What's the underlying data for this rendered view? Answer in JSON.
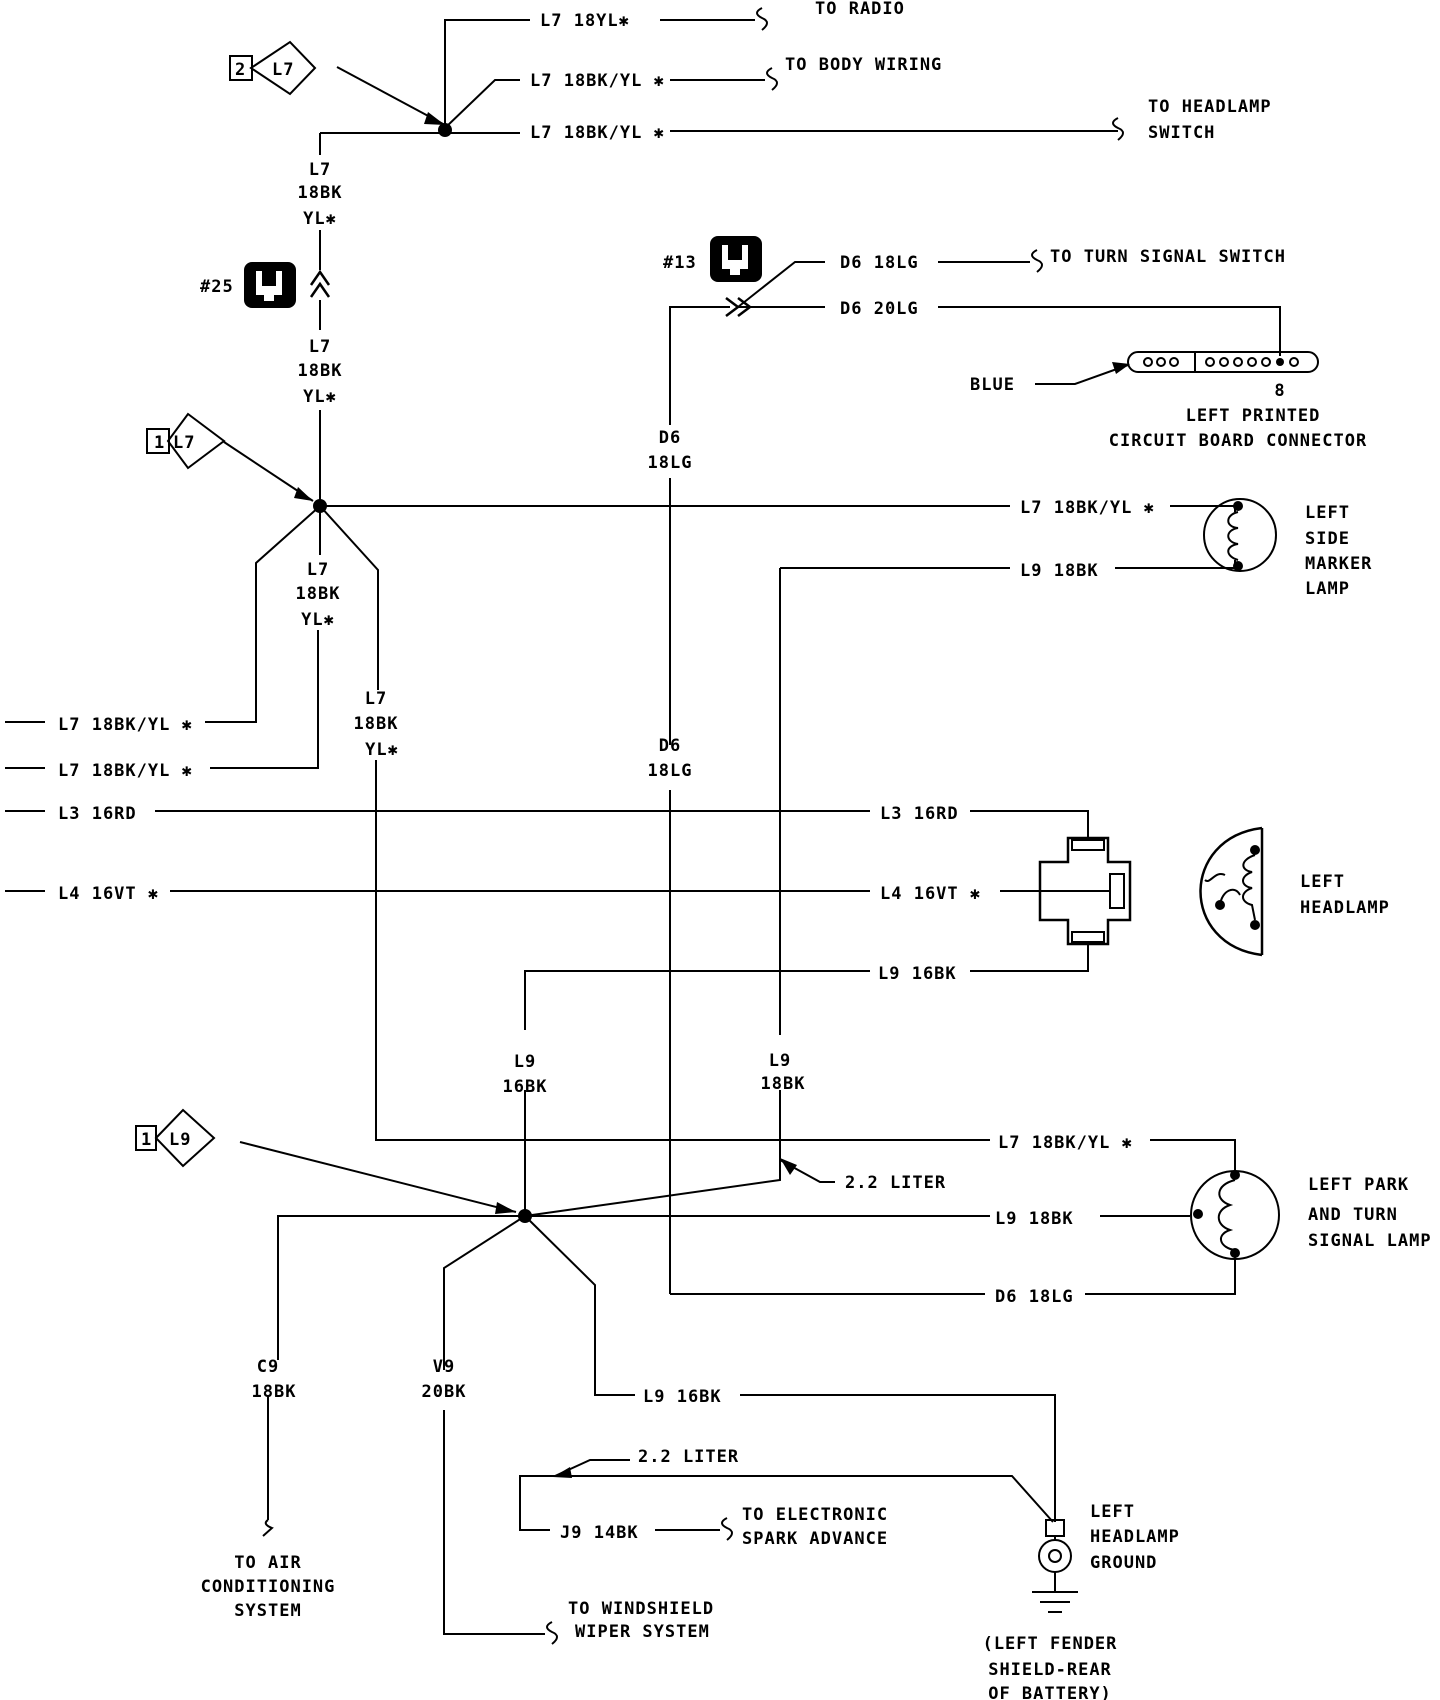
{
  "labels": {
    "top_l7_18yl": "L7 18YL✱",
    "to_radio": "TO RADIO",
    "top_l7_body": "L7 18BK/YL ✱",
    "to_body_wiring": "TO BODY WIRING",
    "top_l7_hls": "L7 18BK/YL ✱",
    "to_headlamp": "TO HEADLAMP",
    "switch": "SWITCH",
    "conn_top_num": "2",
    "conn_top_code": "L7",
    "v1_a": "L7",
    "v1_b": "18BK",
    "v1_c": "YL✱",
    "c25": "#25",
    "v2_a": "L7",
    "v2_b": "18BK",
    "v2_c": "YL✱",
    "c13": "#13",
    "d6_18lg_top": "D6 18LG",
    "to_turn_signal": "TO TURN SIGNAL SWITCH",
    "d6_20lg": "D6 20LG",
    "blue": "BLUE",
    "pin8": "8",
    "left_printed": "LEFT PRINTED",
    "circuit_board": "CIRCUIT BOARD CONNECTOR",
    "conn_mid_num": "1",
    "conn_mid_code": "L7",
    "d6_v_a1": "D6",
    "d6_v_b1": "18LG",
    "l7_side": "L7 18BK/YL ✱",
    "lsm_1": "LEFT",
    "lsm_2": "SIDE",
    "lsm_3": "MARKER",
    "lsm_4": "LAMP",
    "l9_side": "L9 18BK",
    "v3_a": "L7",
    "v3_b": "18BK",
    "v3_c": "YL✱",
    "v4_a": "L7",
    "v4_b": "18BK",
    "v4_c": "YL✱",
    "left_l7_a": "L7 18BK/YL ✱",
    "left_l7_b": "L7 18BK/YL ✱",
    "d6_v_a2": "D6",
    "d6_v_b2": "18LG",
    "l3_left": "L3 16RD",
    "l3_right": "L3 16RD",
    "l4_left": "L4 16VT ✱",
    "l4_right": "L4 16VT ✱",
    "lh_1": "LEFT",
    "lh_2": "HEADLAMP",
    "l9_hl": "L9 16BK",
    "l9_v_a1": "L9",
    "l9_v_b1": "16BK",
    "l9_v_a2": "L9",
    "l9_v_b2": "18BK",
    "conn_low_num": "1",
    "conn_low_code": "L9",
    "l7_park": "L7 18BK/YL ✱",
    "liter_22_a": "2.2 LITER",
    "l9_park": "L9 18BK",
    "lpt_1": "LEFT PARK",
    "lpt_2": "AND TURN",
    "lpt_3": "SIGNAL LAMP",
    "d6_park": "D6 18LG",
    "c9_a": "C9",
    "c9_b": "18BK",
    "v9_a": "V9",
    "v9_b": "20BK",
    "l9_ground": "L9  16BK",
    "liter_22_b": "2.2 LITER",
    "j9": "J9 14BK",
    "to_elec_1": "TO ELECTRONIC",
    "to_elec_2": "SPARK ADVANCE",
    "lhg_1": "LEFT",
    "lhg_2": "HEADLAMP",
    "lhg_3": "GROUND",
    "to_ac_1": "TO AIR",
    "to_ac_2": "CONDITIONING",
    "to_ac_3": "SYSTEM",
    "to_wiper_1": "TO WINDSHIELD",
    "to_wiper_2": "WIPER SYSTEM",
    "fender_1": "(LEFT FENDER",
    "fender_2": "SHIELD-REAR",
    "fender_3": "OF BATTERY)"
  },
  "icons": [
    "splice-dot",
    "wire-break",
    "connector-diamond",
    "inline-connector-icon",
    "lamp-bulb",
    "headlamp-plug",
    "ground-symbol",
    "pcb-connector"
  ]
}
